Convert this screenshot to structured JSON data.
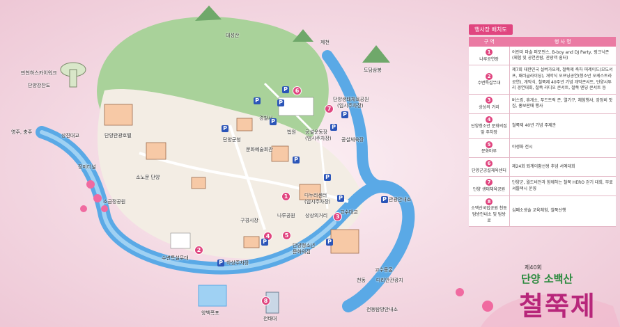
{
  "labels": {
    "daeseongsan": "대성산",
    "jeche": "제천",
    "dodamsambong": "도담삼봉",
    "manchen_skywalk": "만천하스카이워크",
    "danyang_gangjando": "단양강잔도",
    "yeongju_chungju": "영주, 충주",
    "sangjin_bridge": "상진대교",
    "danyang_tourist_hotel": "단양관광호텔",
    "police_station": "경찰서",
    "court": "법원",
    "danyang_county_office": "단양군청",
    "culture_center": "문화예술회관",
    "gongseol_stadium": "공설운동장",
    "gongseol_parking": "(임시주차장)",
    "ecology_gym": "단양생태체육공원",
    "ecology_gym_parking": "(임시주차장)",
    "gosu_bridge_top": "고수대교",
    "gymnasium": "공설체육장",
    "gymnasium_sub": "(임시주차장)",
    "sobaeksan_hotel": "소노문 단양",
    "jangmi_tunnel": "장미터널",
    "sogeum_park": "소금정공원",
    "gugyeong_market": "구경시장",
    "danuri_center": "다누리센터",
    "danuri_parking": "(임시주차장)",
    "naru_park": "나루공원",
    "sangsang_street": "상상의거리",
    "gosu_bridge": "고수대교",
    "tourist_info": "관광안내소",
    "suyeon_stage": "수변특설무대",
    "hasang_parking": "하상주차장",
    "youth_center": "단양청소년",
    "youth_center2": "문화의집",
    "gosu_cave": "고수동굴",
    "cheondong": "천동",
    "dari_tourism": "다리안관광지",
    "yangbang_falls": "양백폭포",
    "cheondong_info": "천동탐방안내소",
    "cheontae": "천태대"
  },
  "panel": {
    "title": "행사장 배치도",
    "col_zone": "구 역",
    "col_event": "행 사 명",
    "rows": [
      {
        "num": "1",
        "zone": "나루공연장",
        "event": "어린이 마술 퍼포먼스, B-boy and DJ Party, 링크닉존(체험 및 공연관람, 관광객 쉼터)"
      },
      {
        "num": "2",
        "zone": "수변특설무대",
        "event": "제7회 대한민국 실버가요제, 철쭉제 축하 퍼레이드(모도서프, 패러글라이딩), 개막식 오프닝공연(청소년 오케스트라 공연), 개막식, 철쭉제 40주년 기념 개막콘서트, 단양사투리 경연대회, 철쭉 라디오 콘서트, 철쭉 엔딩 콘서트 등"
      },
      {
        "num": "3",
        "zone": "상상의 거리",
        "event": "버스킹, 휴게소, 푸드트럭 존, 열기구, 체험행사, 강정비 맛집, 홍보판매 행사"
      },
      {
        "num": "4",
        "zone": "단양청소년 문화의집 앞 주차장",
        "event": "철쭉제 40년 기념 주제관"
      },
      {
        "num": "5",
        "zone": "문화마루",
        "event": "야생화 전시"
      },
      {
        "num": "6",
        "zone": "단양군공설체육센터",
        "event": "제24회 퇴계이황선생 추념 서예대회"
      },
      {
        "num": "7",
        "zone": "단양 생태체육공원",
        "event": "단양군, 월드비전과 함께하는 철쭉 HERO 걷기 대회, 무료 셔틀택시 운영"
      },
      {
        "num": "8",
        "zone": "소백산국립공원 천동탐방안내소 및 탐방로",
        "event": "심폐소생술 교육체험, 철쭉산행"
      }
    ]
  },
  "brand": {
    "edition": "제40회",
    "subtitle": "단양 소백산",
    "festival": "철쭉제"
  },
  "colors": {
    "accent": "#e0457f",
    "river": "#5aa9e6",
    "parking": "#2b55b8"
  }
}
